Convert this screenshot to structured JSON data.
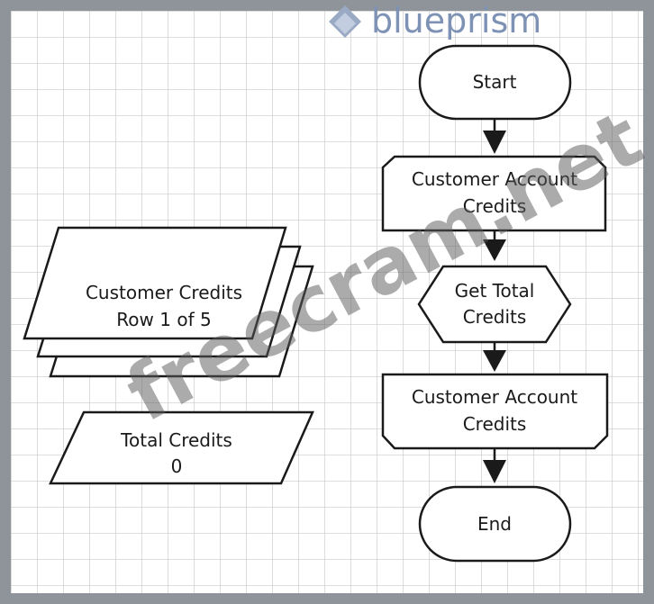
{
  "brand": {
    "logo_text": "blueprism"
  },
  "watermark": {
    "text": "freecram.net"
  },
  "flow": {
    "start": "Start",
    "action_1": {
      "line1": "Customer Account",
      "line2": "Credits"
    },
    "decision": {
      "line1": "Get Total",
      "line2": "Credits"
    },
    "action_2": {
      "line1": "Customer Account",
      "line2": "Credits"
    },
    "end": "End"
  },
  "data_items": {
    "collection": {
      "line1": "Customer Credits",
      "line2": "Row 1 of 5"
    },
    "total": {
      "line1": "Total Credits",
      "line2": "0"
    }
  },
  "colors": {
    "grid": "#c9c9c9",
    "border": "#8f949b",
    "shape_stroke": "#1a1a1a",
    "brand": "#7d92b4"
  }
}
